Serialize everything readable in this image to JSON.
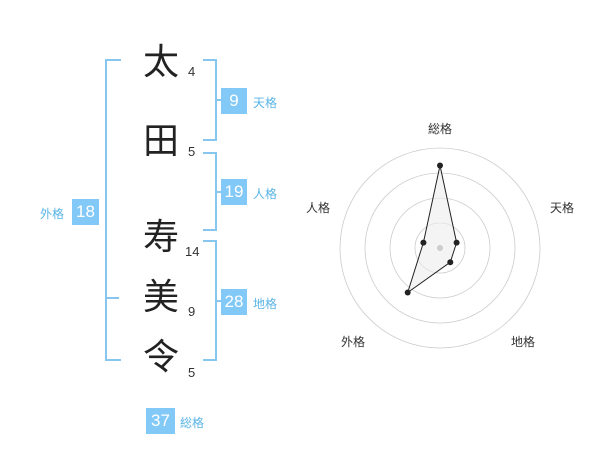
{
  "colors": {
    "bracket": "#87c7ef",
    "badge_bg": "#82c9f8",
    "label": "#5ab4e6",
    "char": "#222222",
    "stroke_num": "#333333",
    "radar_circle": "#cccccc",
    "radar_fill": "#ececec",
    "radar_line": "#222222",
    "radar_label": "#333333"
  },
  "name": {
    "chars": [
      {
        "char": "太",
        "strokes": "4"
      },
      {
        "char": "田",
        "strokes": "5"
      },
      {
        "char": "寿",
        "strokes": "14"
      },
      {
        "char": "美",
        "strokes": "9"
      },
      {
        "char": "令",
        "strokes": "5"
      }
    ]
  },
  "kaku": {
    "tenkaku": {
      "value": "9",
      "label": "天格"
    },
    "jinkaku": {
      "value": "19",
      "label": "人格"
    },
    "chikaku": {
      "value": "28",
      "label": "地格"
    },
    "gaikaku": {
      "value": "18",
      "label": "外格"
    },
    "soukaku": {
      "value": "37",
      "label": "総格"
    }
  },
  "chart_data": {
    "type": "radar",
    "axes": [
      "総格",
      "天格",
      "地格",
      "外格",
      "人格"
    ],
    "values": [
      3.3,
      0.7,
      0.7,
      2.2,
      0.7
    ],
    "rmax": 4,
    "rings": 4,
    "title": ""
  }
}
